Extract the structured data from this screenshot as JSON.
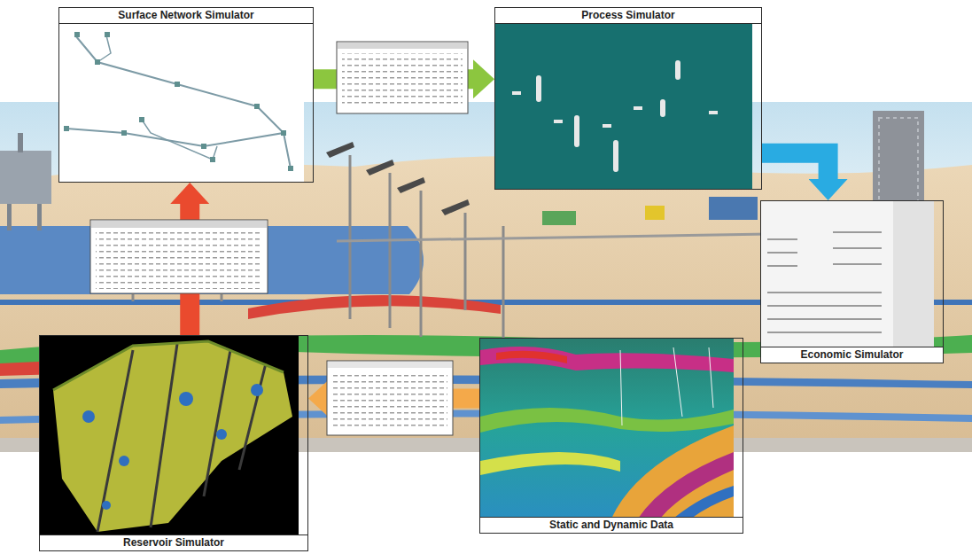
{
  "diagram": {
    "nodes": [
      {
        "text": [
          "Surface Network Simulator"
        ]
      },
      {
        "text": [
          "Process Simulator"
        ]
      },
      {
        "text": [
          "Economic Simulator"
        ]
      },
      {
        "text": [
          "Reservoir Simulator"
        ]
      },
      {
        "text": [
          "Static and Dynamic Data"
        ]
      }
    ],
    "edges": [
      {
        "from": 4,
        "to": 3,
        "arrow": "to"
      },
      {
        "from": 3,
        "to": 0,
        "arrow": "to"
      },
      {
        "from": 0,
        "to": 1,
        "arrow": "to"
      },
      {
        "from": 1,
        "to": 2,
        "arrow": "to"
      }
    ]
  }
}
